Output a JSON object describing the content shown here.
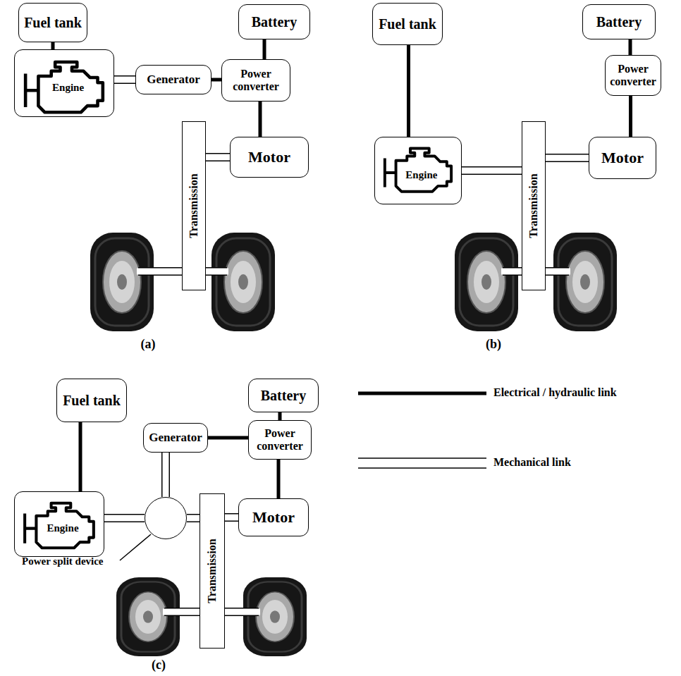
{
  "diagram": {
    "nodes": [
      {
        "text": [
          "Fuel tank"
        ]
      },
      {
        "text": [
          "Engine"
        ]
      },
      {
        "text": [
          "Generator"
        ]
      },
      {
        "text": [
          "Battery"
        ]
      },
      {
        "text": [
          "Power converter"
        ]
      },
      {
        "text": [
          "Motor"
        ]
      },
      {
        "text": [
          "Transmission"
        ]
      },
      {
        "text": [
          "Fuel tank"
        ]
      },
      {
        "text": [
          "Battery"
        ]
      },
      {
        "text": [
          "Power converter"
        ]
      },
      {
        "text": [
          "Engine"
        ]
      },
      {
        "text": [
          "Transmission"
        ]
      },
      {
        "text": [
          "Motor"
        ]
      },
      {
        "text": [
          "Fuel tank"
        ]
      },
      {
        "text": [
          "Battery"
        ]
      },
      {
        "text": [
          "Generator"
        ]
      },
      {
        "text": [
          "Power converter"
        ]
      },
      {
        "text": [
          "Engine"
        ]
      },
      {
        "text": [
          "Power split device"
        ]
      },
      {
        "text": [
          "Transmission"
        ]
      },
      {
        "text": [
          "Motor"
        ]
      }
    ],
    "edges": [
      {
        "from": 0,
        "to": 1,
        "arrow": "none"
      },
      {
        "from": 1,
        "to": 2,
        "arrow": "none"
      },
      {
        "from": 2,
        "to": 4,
        "arrow": "none"
      },
      {
        "from": 3,
        "to": 4,
        "arrow": "none"
      },
      {
        "from": 4,
        "to": 5,
        "arrow": "none"
      },
      {
        "from": 5,
        "to": 6,
        "arrow": "none"
      },
      {
        "from": 7,
        "to": 10,
        "arrow": "none"
      },
      {
        "from": 8,
        "to": 9,
        "arrow": "none"
      },
      {
        "from": 9,
        "to": 12,
        "arrow": "none"
      },
      {
        "from": 10,
        "to": 11,
        "arrow": "none"
      },
      {
        "from": 11,
        "to": 12,
        "arrow": "none"
      },
      {
        "from": 13,
        "to": 17,
        "arrow": "none"
      },
      {
        "from": 14,
        "to": 16,
        "arrow": "none"
      },
      {
        "from": 15,
        "to": 16,
        "arrow": "none"
      },
      {
        "from": 16,
        "to": 20,
        "arrow": "none"
      },
      {
        "from": 17,
        "to": 18,
        "arrow": "none"
      },
      {
        "from": 18,
        "to": 15,
        "arrow": "none"
      },
      {
        "from": 18,
        "to": 19,
        "arrow": "none"
      },
      {
        "from": 19,
        "to": 20,
        "arrow": "none"
      }
    ],
    "labels": [
      "(a)",
      "(b)",
      "(c)"
    ],
    "legend": [
      {
        "text": "Electrical / hydraulic link"
      },
      {
        "text": "Mechanical link"
      }
    ]
  }
}
